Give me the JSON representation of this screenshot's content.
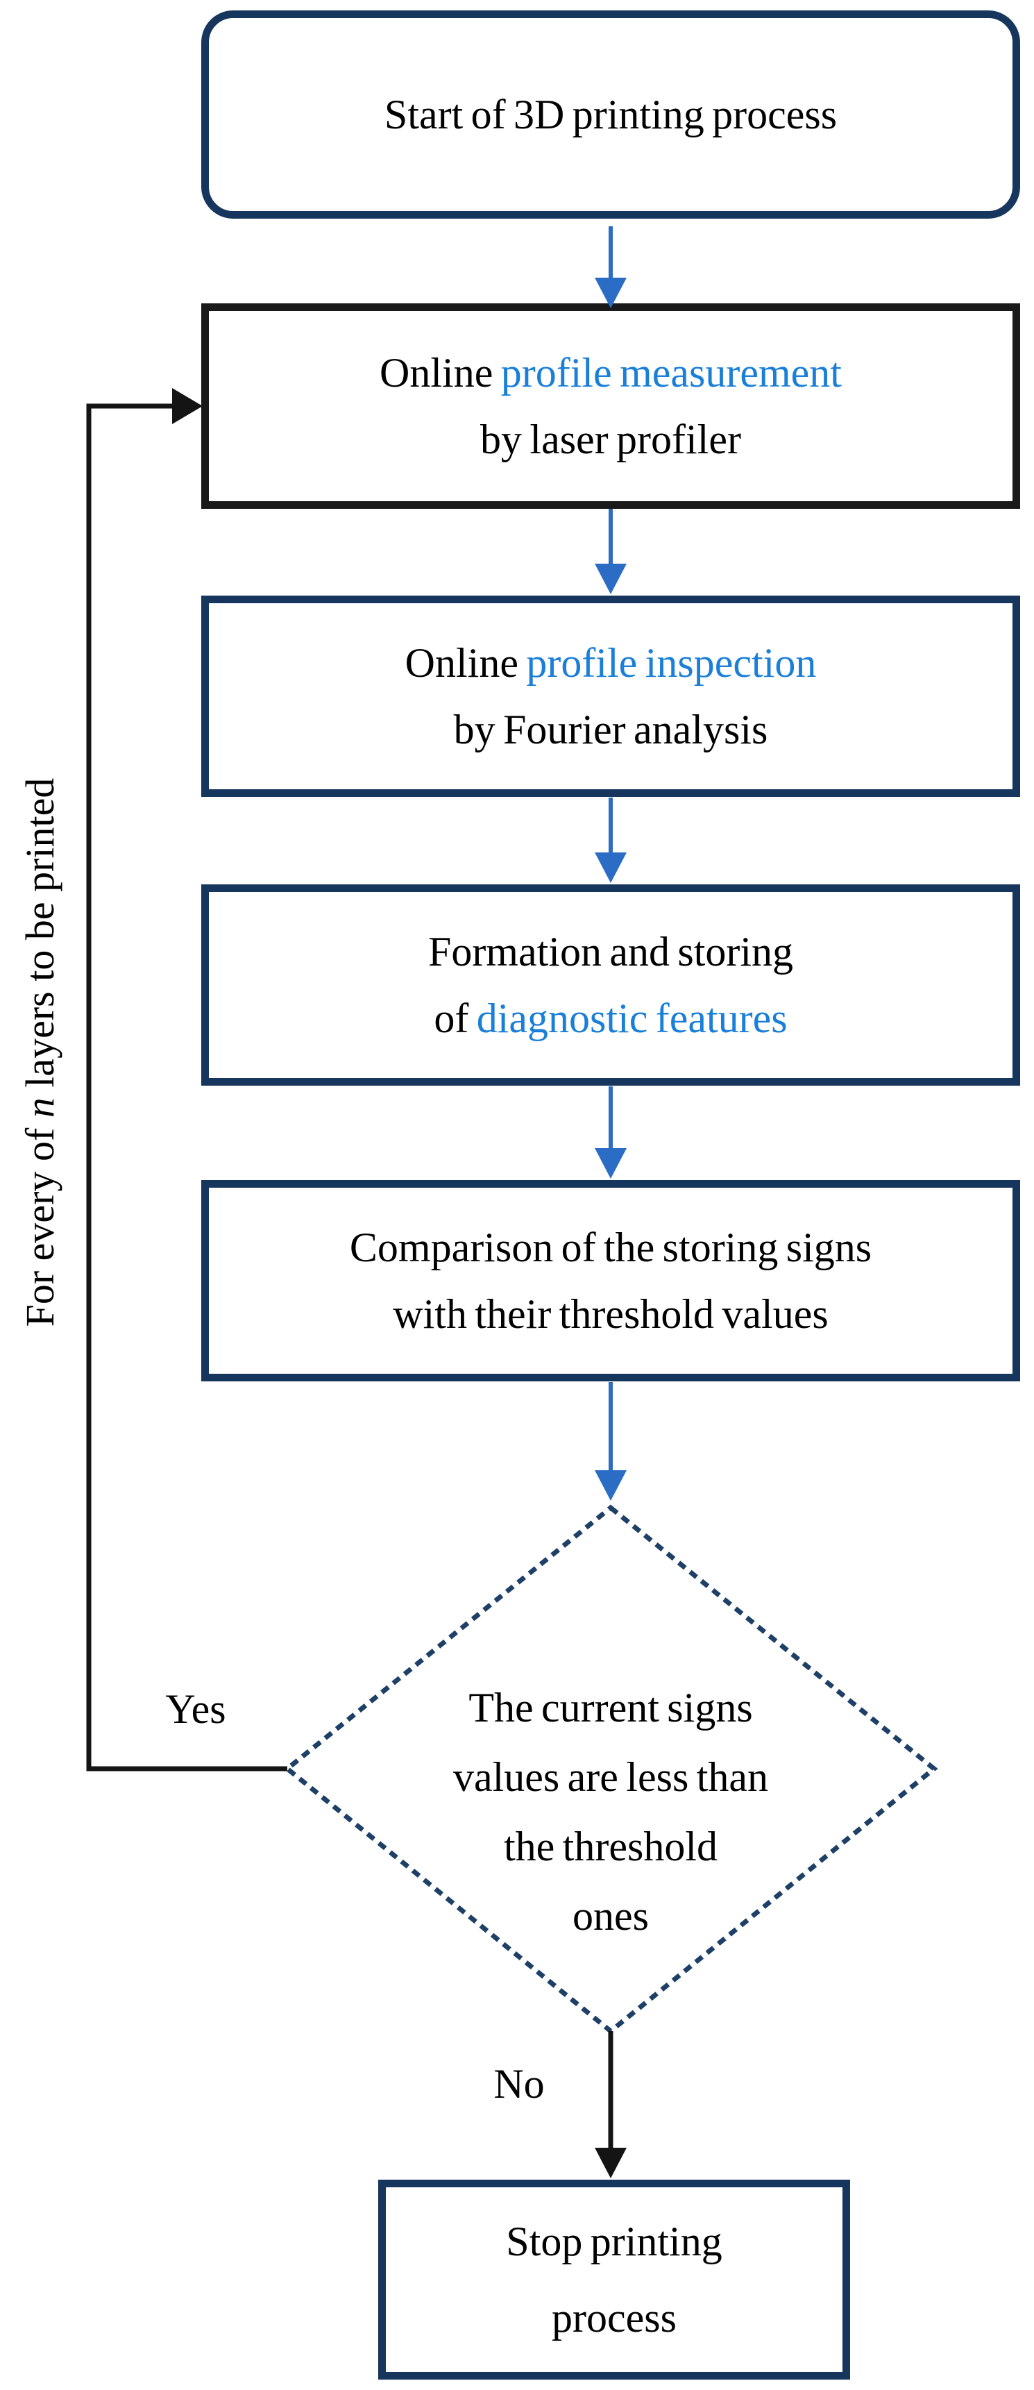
{
  "figure": {
    "type": "flowchart",
    "title": "3D printing online inspection flowchart"
  },
  "colors": {
    "navy_border": "#17365d",
    "black_border": "#1a1a1a",
    "emphasis_blue": "#1a7fd8",
    "arrow_blue": "#2b6cc4",
    "arrow_black": "#141414",
    "diamond_dash_navy": "#1e3f66",
    "text_black": "#000000",
    "background": "#ffffff"
  },
  "nodes": {
    "start": {
      "l1": "Start of 3D printing process"
    },
    "measure": {
      "l1a": "Online ",
      "l1b": "profile measurement",
      "l2": "by laser profiler"
    },
    "inspect": {
      "l1a": "Online ",
      "l1b": "profile inspection",
      "l2": "by  Fourier analysis"
    },
    "features": {
      "l1": "Formation and storing",
      "l2a": "of ",
      "l2b": "diagnostic features"
    },
    "compare": {
      "l1": "Comparison of the storing signs",
      "l2": "with their threshold values"
    },
    "decision": {
      "l1": "The current signs",
      "l2": "values are less than",
      "l3": "the threshold",
      "l4": "ones"
    },
    "stop": {
      "l1": "Stop printing",
      "l2": "process"
    }
  },
  "labels": {
    "yes": "Yes",
    "no": "No",
    "loop_pre": "For every of ",
    "loop_var": "n",
    "loop_post": " layers to be printed"
  }
}
